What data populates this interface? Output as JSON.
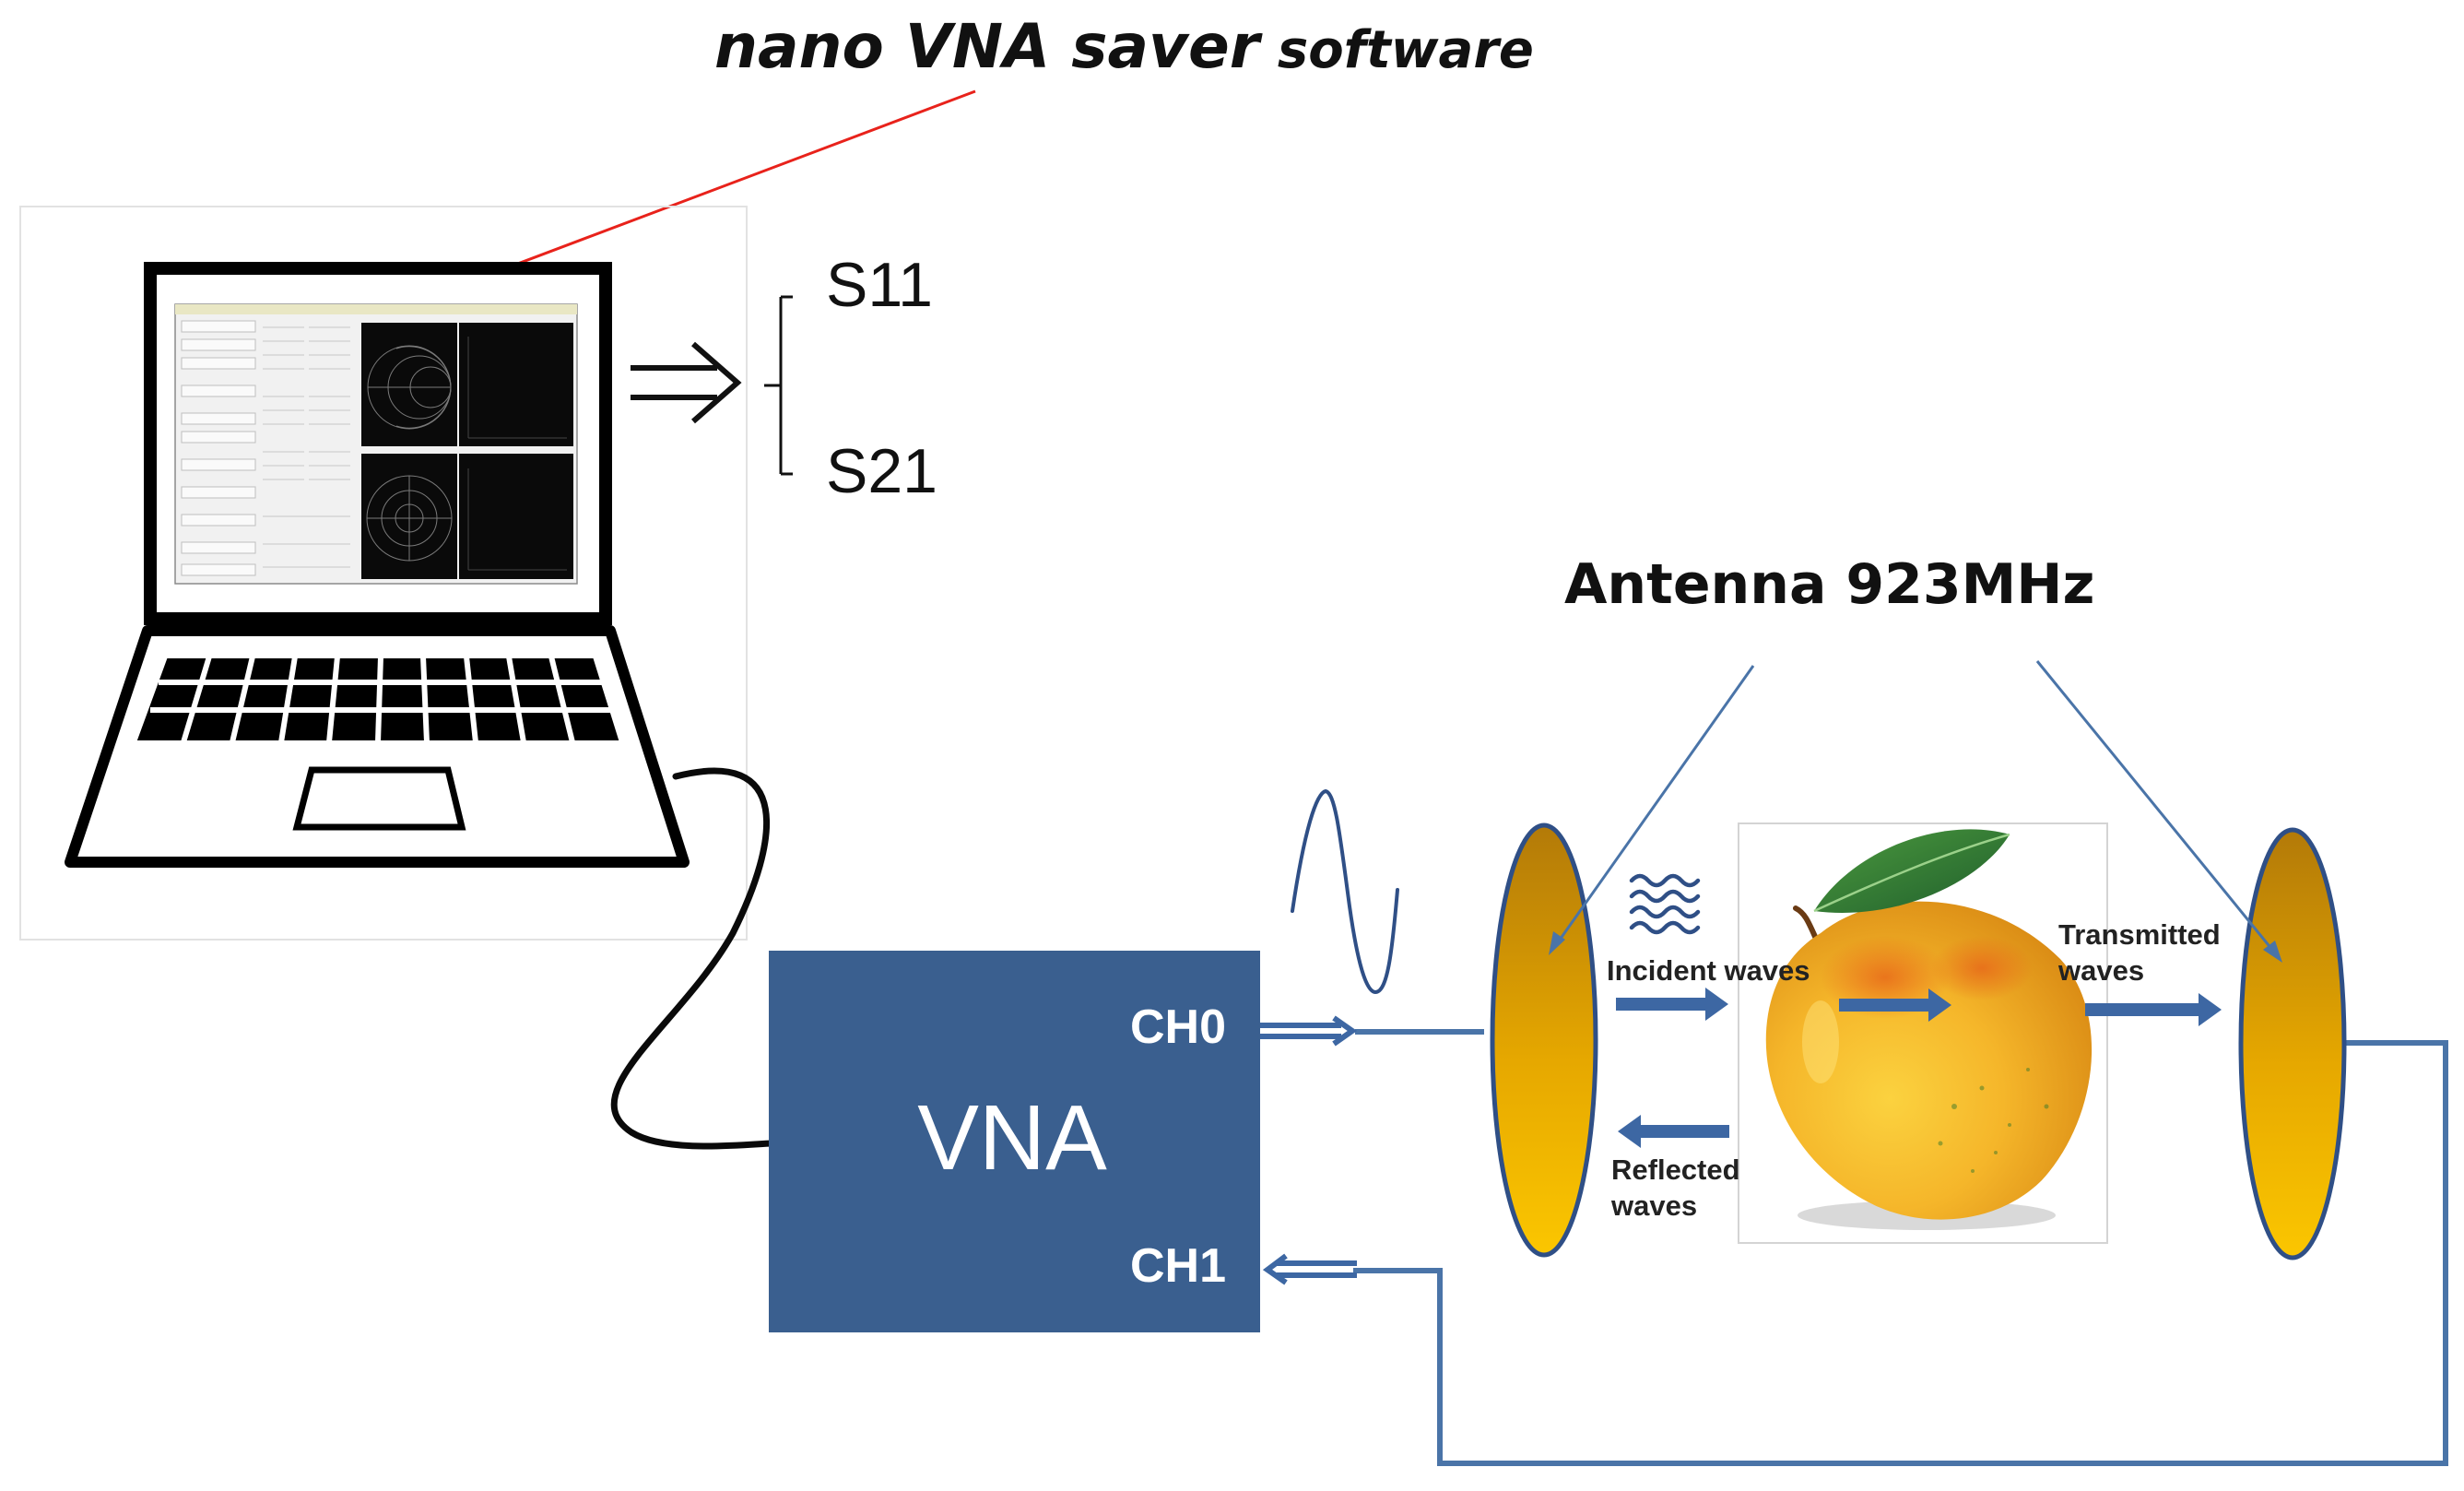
{
  "software_label": {
    "main": "nano VNA saver",
    "suffix": " software"
  },
  "outputs": {
    "s11": "S11",
    "s21": "S21"
  },
  "antenna_label": "Antenna 923MHz",
  "vna": {
    "title": "VNA",
    "ch0": "CH0",
    "ch1": "CH1"
  },
  "wave_labels": {
    "incident": "Incident waves",
    "reflected_line1": "Reflected",
    "reflected_line2": "waves",
    "transmitted_line1": "Transmitted",
    "transmitted_line2": "waves"
  },
  "colors": {
    "vna_box": "#3a5f8f",
    "cable_blue": "#4a74a8",
    "arrow_blue": "#3d67a3",
    "pointer_red": "#e8221b",
    "antenna_top": "#b37a08",
    "antenna_bottom": "#f8c000",
    "antenna_outline": "#2f4f86",
    "mango_main": "#f3b62b",
    "leaf": "#2e7d3a"
  },
  "icons": [
    "laptop-icon",
    "mango-image",
    "sine-wave-icon",
    "wave-pattern-icon"
  ]
}
